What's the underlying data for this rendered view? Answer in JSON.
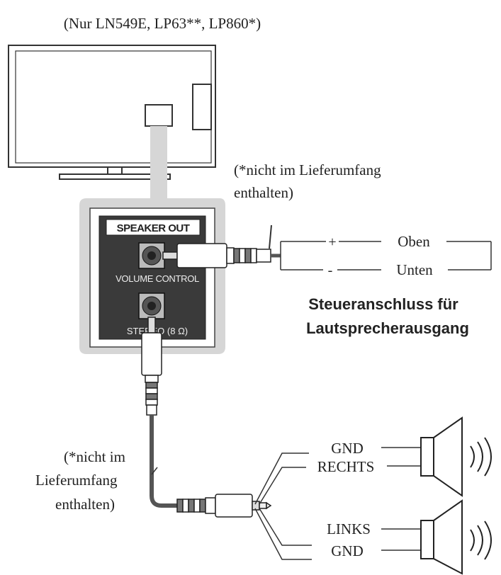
{
  "models_note": "(Nur LN549E, LP63**, LP860*)",
  "panel": {
    "title": "SPEAKER OUT",
    "jack_volume_label": "VOLUME CONTROL",
    "jack_stereo_label": "STEREO (8 Ω)"
  },
  "control_cable_note": {
    "line1": "(*nicht im Lieferumfang",
    "line2": "enthalten)"
  },
  "control_wires": {
    "plus_sign": "+",
    "top_label": "Oben",
    "minus_sign": "-",
    "bottom_label": "Unten"
  },
  "control_caption": {
    "line1": "Steueranschluss für",
    "line2": "Lautsprecherausgang"
  },
  "speaker_cable_note": {
    "line1": "(*nicht im",
    "line2": "Lieferumfang",
    "line3": "enthalten)"
  },
  "speaker_wires": {
    "gnd_top": "GND",
    "right": "RECHTS",
    "left": "LINKS",
    "gnd_bottom": "GND"
  },
  "colors": {
    "line": "#333333",
    "panel_bg": "#3a3a3a",
    "highlight": "#d6d6d6",
    "cable": "#555555"
  }
}
